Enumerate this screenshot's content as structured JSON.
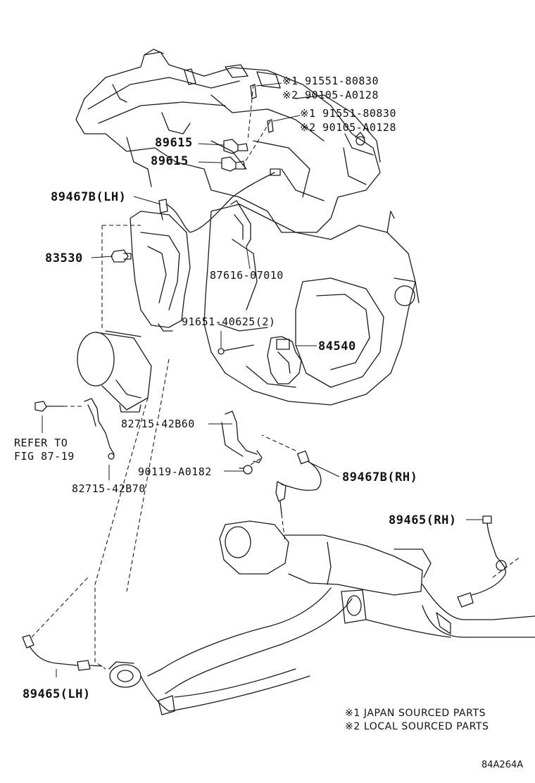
{
  "diagram_code": "84A264A",
  "callouts": {
    "bolt_top_1_japan": "※1 91551-80830",
    "bolt_top_1_local": "※2 90105-A0128",
    "bolt_top_2_japan": "※1 91551-80830",
    "bolt_top_2_local": "※2 90105-A0128",
    "sensor_89615_a": "89615",
    "sensor_89615_b": "89615",
    "oxygen_sensor_lh_front": "89467B(LH)",
    "part_83530": "83530",
    "part_87616": "87616-07010",
    "bolt_91651": "91651-40625(2)",
    "switch_84540": "84540",
    "bracket_82715_b60": "82715-42B60",
    "refer_to_line1": "REFER TO",
    "refer_to_line2": "FIG 87-19",
    "clamp_90119": "90119-A0182",
    "oxygen_sensor_rh_front": "89467B(RH)",
    "bracket_82715_b70": "82715-42B70",
    "oxygen_sensor_rh_rear": "89465(RH)",
    "oxygen_sensor_lh_rear": "89465(LH)"
  },
  "legend": {
    "note1": "※1 JAPAN SOURCED PARTS",
    "note2": "※2 LOCAL SOURCED PARTS"
  }
}
